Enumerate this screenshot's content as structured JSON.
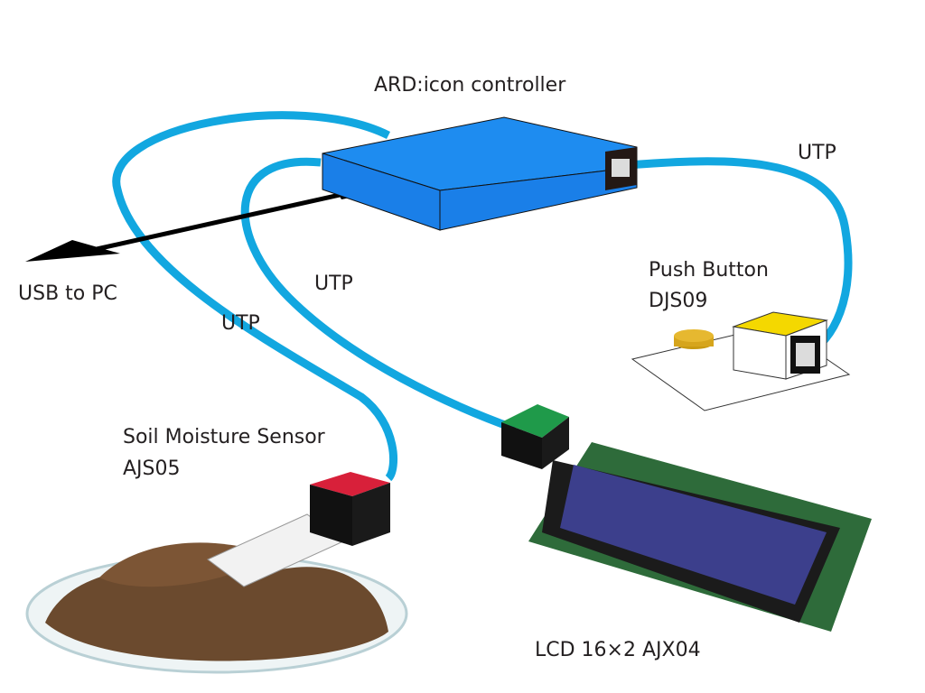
{
  "diagram": {
    "title": "ARD:icon controller",
    "components": {
      "controller": {
        "label": "ARD:icon controller",
        "color": "#1a7fe8"
      },
      "push_button": {
        "name": "Push Button",
        "code": "DJS09",
        "cap_color": "#f4d800"
      },
      "soil_sensor": {
        "name": "Soil Moisture Sensor",
        "code": "AJS05",
        "cap_color": "#d8203a"
      },
      "lcd": {
        "label": "LCD 16×2 AJX04",
        "cap_color": "#1f9a4a",
        "screen_color": "#3c3f8c"
      }
    },
    "connections": [
      {
        "label": "UTP",
        "from": "controller",
        "to": "push_button"
      },
      {
        "label": "UTP",
        "from": "controller",
        "to": "lcd"
      },
      {
        "label": "UTP",
        "from": "controller",
        "to": "soil_sensor"
      },
      {
        "label": "USB to PC",
        "from": "controller",
        "to": "PC"
      }
    ],
    "cable_color": "#12a7e0"
  }
}
